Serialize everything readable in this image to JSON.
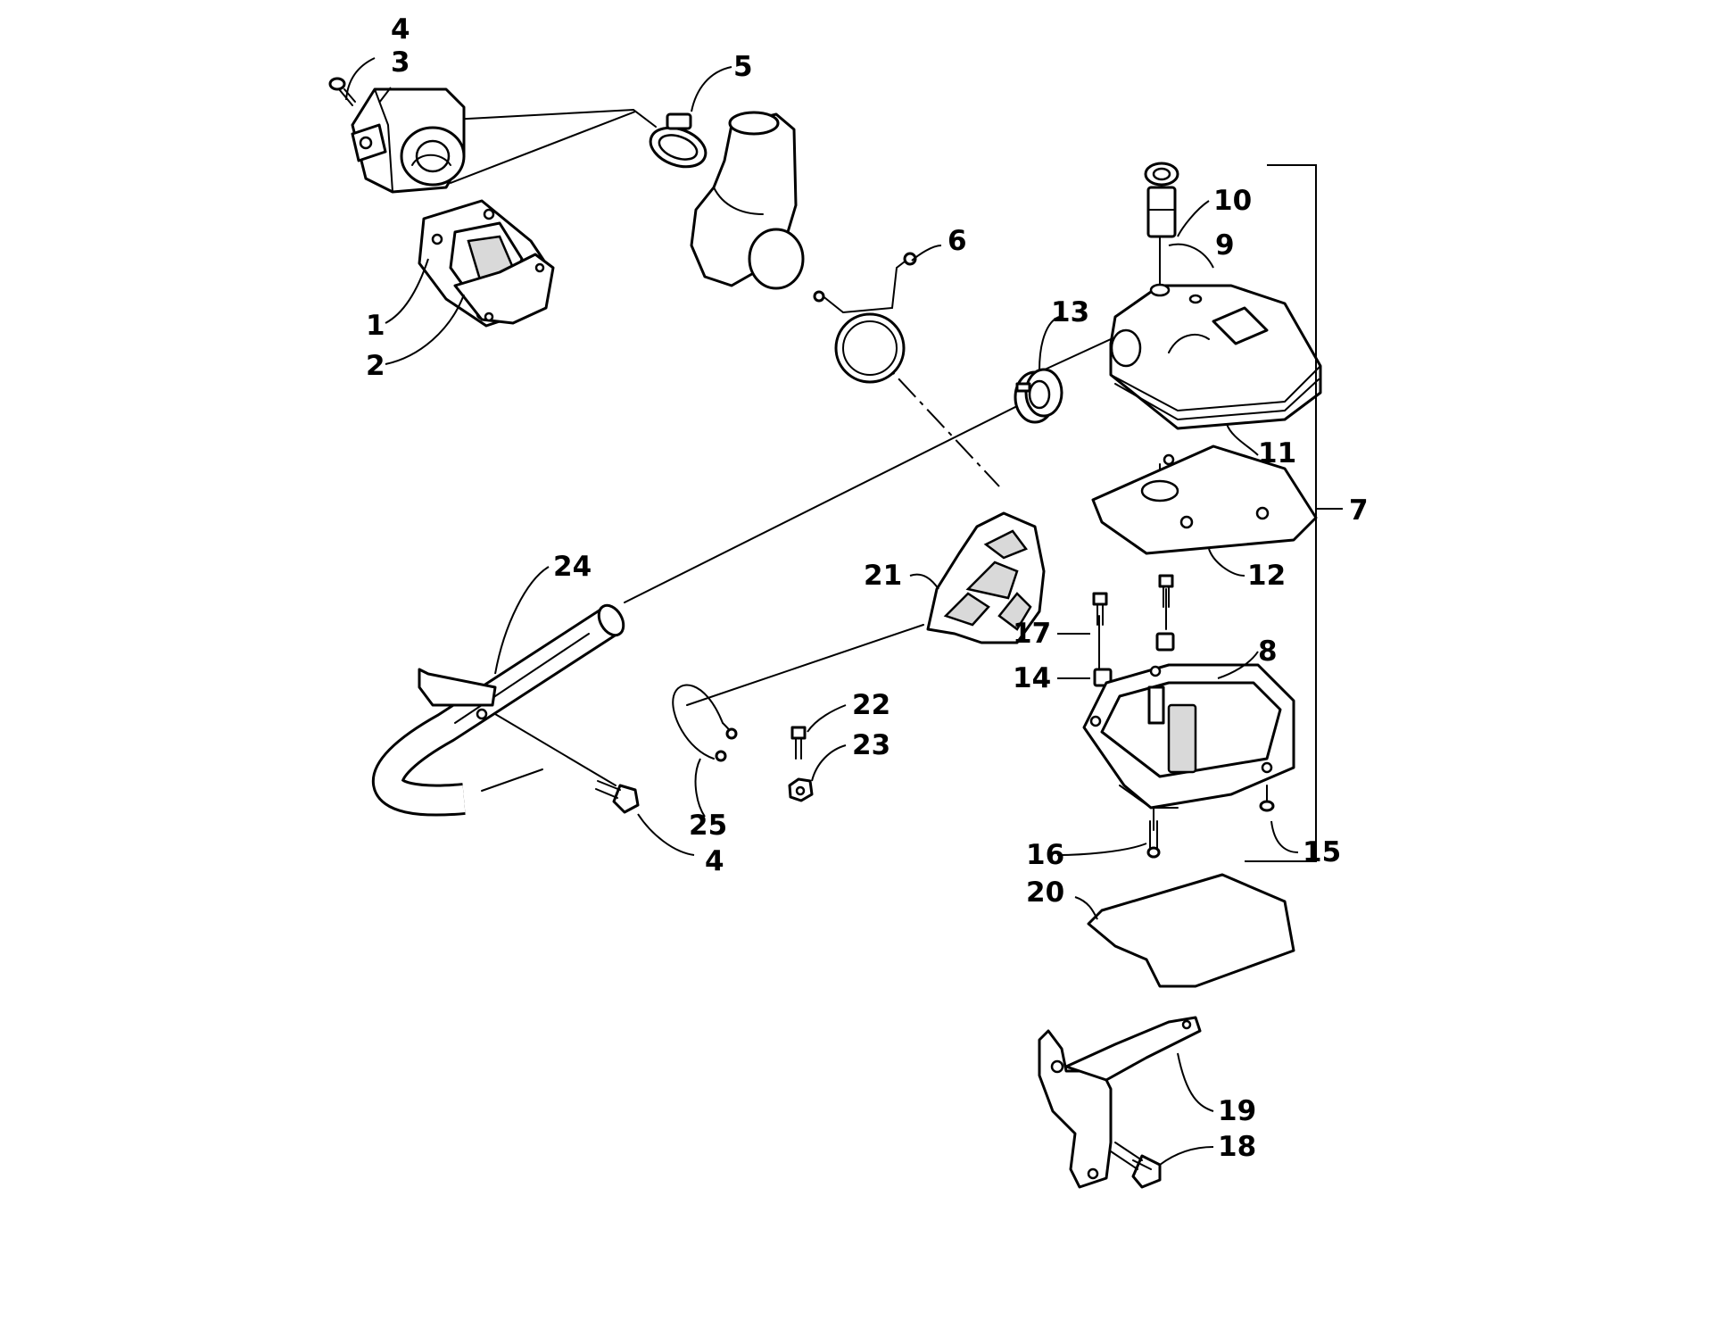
{
  "callouts": {
    "c1": "1",
    "c2": "2",
    "c3": "3",
    "c4a": "4",
    "c4b": "4",
    "c5": "5",
    "c6": "6",
    "c7": "7",
    "c8": "8",
    "c9": "9",
    "c10": "10",
    "c11": "11",
    "c12": "12",
    "c13": "13",
    "c14": "14",
    "c15": "15",
    "c16": "16",
    "c17": "17",
    "c18": "18",
    "c19": "19",
    "c20": "20",
    "c21": "21",
    "c22": "22",
    "c23": "23",
    "c24": "24",
    "c25": "25"
  },
  "colors": {
    "line": "#000000",
    "background": "#ffffff",
    "shade": "#d9d9d9"
  }
}
